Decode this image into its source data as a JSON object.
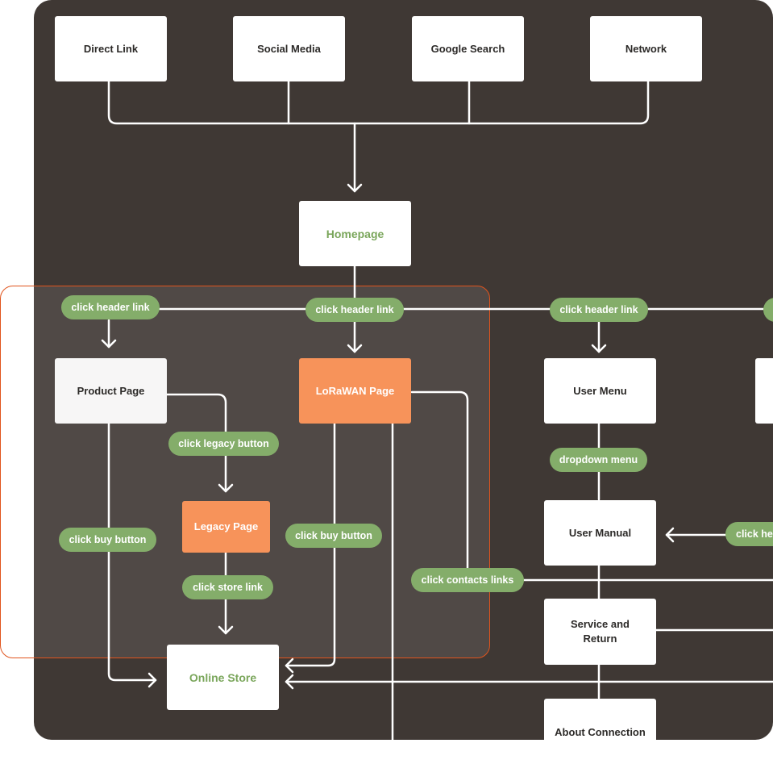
{
  "sources": {
    "direct_link": "Direct Link",
    "social_media": "Social Media",
    "google_search": "Google Search",
    "network": "Network"
  },
  "pages": {
    "homepage": "Homepage",
    "product_page": "Product Page",
    "lorawan_page": "LoRaWAN Page",
    "legacy_page": "Legacy Page",
    "online_store": "Online Store",
    "user_menu": "User Menu",
    "user_manual": "User Manual",
    "service_and_return": "Service and Return",
    "about_connection": "About Connection"
  },
  "actions": {
    "click_header_link_1": "click header link",
    "click_header_link_2": "click header link",
    "click_header_link_3": "click header link",
    "click_legacy_button": "click legacy button",
    "click_buy_button_1": "click buy button",
    "click_buy_button_2": "click buy button",
    "click_store_link": "click store link",
    "dropdown_menu": "dropdown menu",
    "click_contacts_links": "click contacts links",
    "click_he_partial": "click he"
  },
  "colors": {
    "background": "#3f3834",
    "node_fill": "#ffffff",
    "highlight_node": "#f7935a",
    "action_pill": "#84ad6a",
    "selection_border": "#e0541d",
    "emphasis_text": "#7aa65b"
  }
}
